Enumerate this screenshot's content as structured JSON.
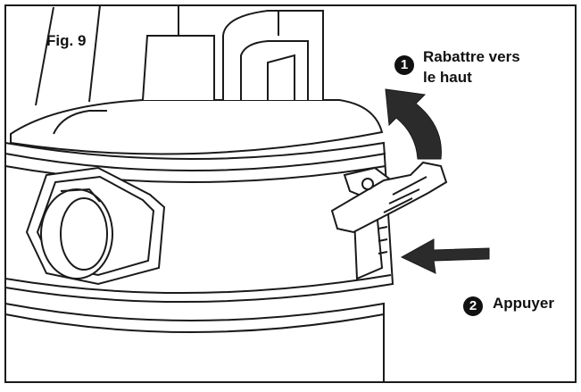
{
  "figure": {
    "label": "Fig. 9",
    "colors": {
      "line": "#1a1a1a",
      "fill": "#ffffff",
      "shade": "#2b2b2b"
    }
  },
  "steps": [
    {
      "number": "1",
      "text_line1": "Rabattre vers",
      "text_line2": "le haut"
    },
    {
      "number": "2",
      "text": "Appuyer"
    }
  ]
}
